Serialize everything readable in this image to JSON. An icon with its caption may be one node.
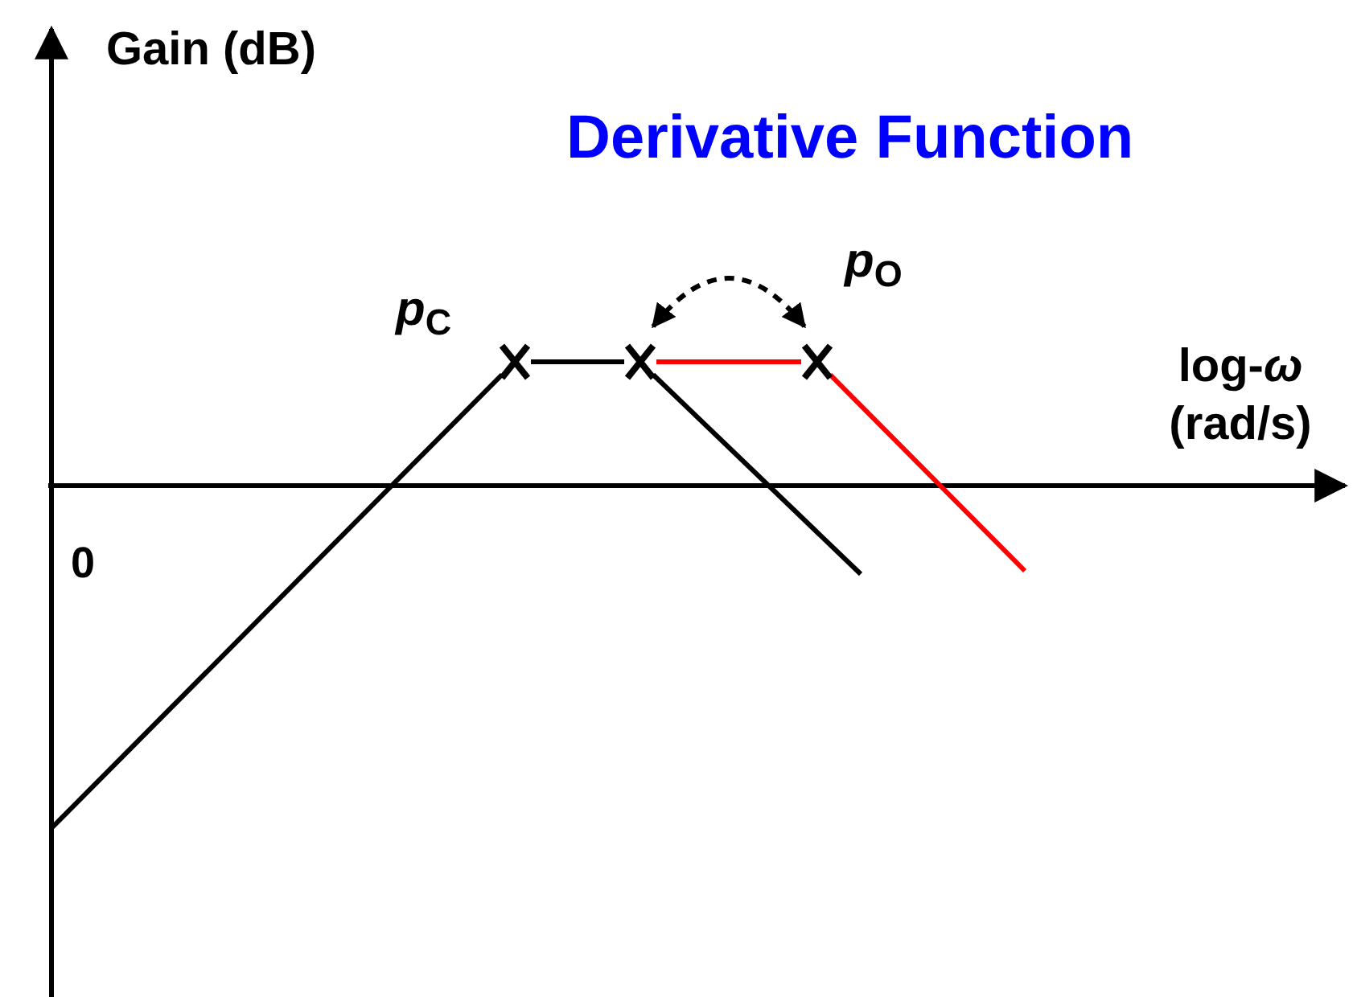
{
  "diagram": {
    "title": "Derivative Function",
    "nodes": [
      {
        "text": [],
        "shape": "cross"
      },
      {
        "text": [],
        "shape": "cross"
      },
      {
        "text": [],
        "shape": "cross"
      }
    ],
    "edges": [
      {
        "from": 0,
        "to": 1,
        "arrow": "none"
      },
      {
        "from": 1,
        "to": 2,
        "arrow": "none",
        "color": "#ff0000"
      },
      {
        "from": 1,
        "to": 2,
        "arrow": "both",
        "style": "dashed"
      }
    ],
    "labels": [
      "Gain (dB)",
      "log-*ω* (rad/s)",
      "0",
      "*p*$_{C}$",
      "*p*$_{O}$"
    ]
  }
}
